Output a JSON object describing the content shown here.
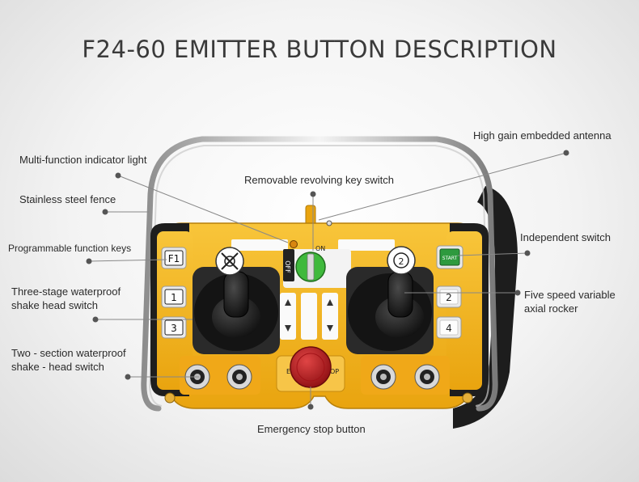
{
  "title": "F24-60 EMITTER BUTTON DESCRIPTION",
  "callouts": {
    "indicator_light": "Multi-function indicator light",
    "steel_fence": "Stainless steel fence",
    "function_keys": "Programmable function keys",
    "three_stage_line1": "Three-stage waterproof",
    "three_stage_line2": "shake head switch",
    "two_section_line1": "Two - section waterproof",
    "two_section_line2": "shake - head switch",
    "antenna": "High gain embedded antenna",
    "key_switch": "Removable revolving key switch",
    "independent_switch": "Independent switch",
    "rocker_line1": "Five speed variable",
    "rocker_line2": "axial rocker",
    "emergency_stop": "Emergency stop button"
  },
  "device": {
    "key_f1": "F1",
    "key_1": "1",
    "key_2": "2",
    "key_3": "3",
    "key_4": "4",
    "key_start": "START",
    "key_on": "ON",
    "key_off": "OFF",
    "estop_text_left": "EME",
    "estop_text_right": "OP",
    "joystick_right_number": "2"
  },
  "colors": {
    "body_yellow": "#f5b61c",
    "panel_black": "#222222",
    "estop_red": "#b3171b",
    "key_green": "#3fb93c",
    "start_green": "#2e9a3e",
    "pointer_grey": "#666666"
  }
}
